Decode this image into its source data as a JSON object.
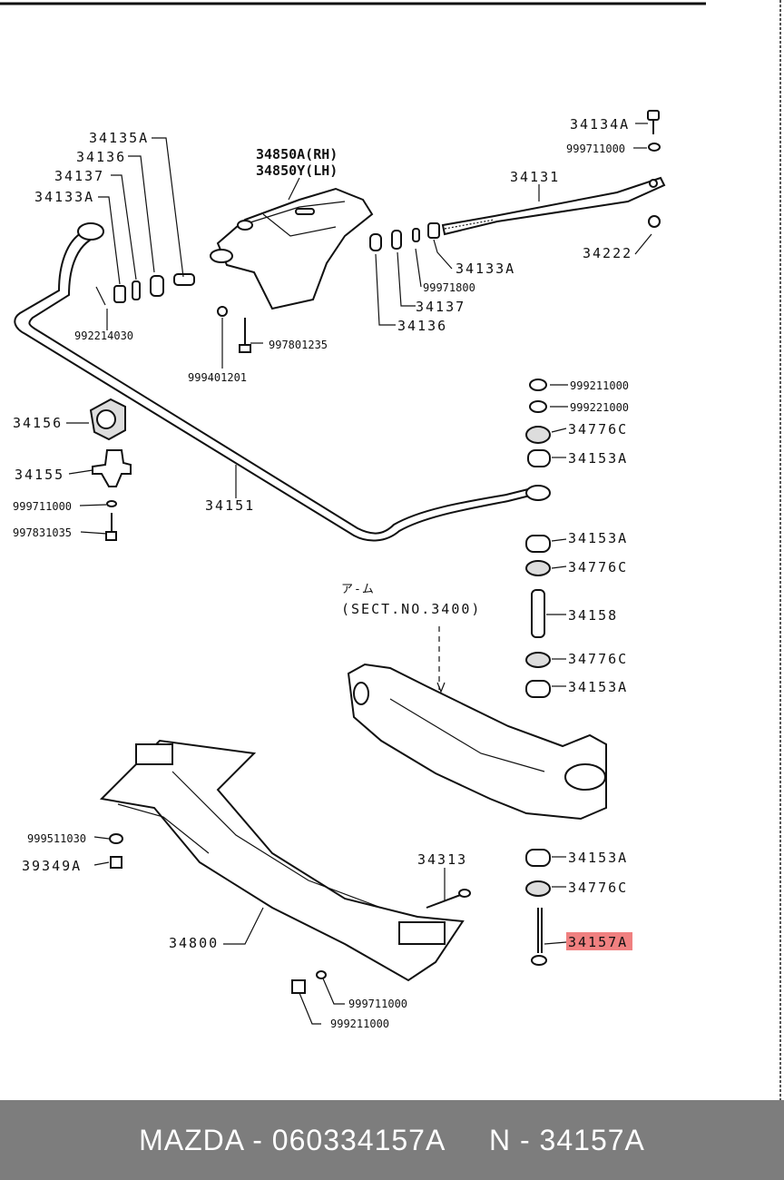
{
  "labels": {
    "l34135A": "34135A",
    "l34136a": "34136",
    "l34137a": "34137",
    "l34133Aa": "34133A",
    "l34850A": "34850A(RH)",
    "l34850Y": "34850Y(LH)",
    "l34134A": "34134A",
    "l999711000a": "999711000",
    "l34131": "34131",
    "l34222": "34222",
    "l34133Ab": "34133A",
    "l99971800": "99971800",
    "l34137b": "34137",
    "l34136b": "34136",
    "l992214030": "992214030",
    "l997801235": "997801235",
    "l999401201": "999401201",
    "l999211000a": "999211000",
    "l999221000": "999221000",
    "l34776Ca": "34776C",
    "l34153Aa": "34153A",
    "l34156": "34156",
    "l34155": "34155",
    "l999711000b": "999711000",
    "l997831035": "997831035",
    "l34151": "34151",
    "l34153Ab": "34153A",
    "l34776Cb": "34776C",
    "larm": "ア-ム",
    "lsect": "(SECT.NO.3400)",
    "l34158": "34158",
    "l34776Cc": "34776C",
    "l34153Ac": "34153A",
    "l34153Ad": "34153A",
    "l34776Cd": "34776C",
    "l34157A": "34157A",
    "l34313": "34313",
    "l999511030": "999511030",
    "l39349A": "39349A",
    "l34800": "34800",
    "l999711000c": "999711000",
    "l999211000b": "999211000"
  },
  "highlight_color": "#f08080",
  "footer": {
    "text": "MAZDA - 060334157A     N - 34157A"
  }
}
